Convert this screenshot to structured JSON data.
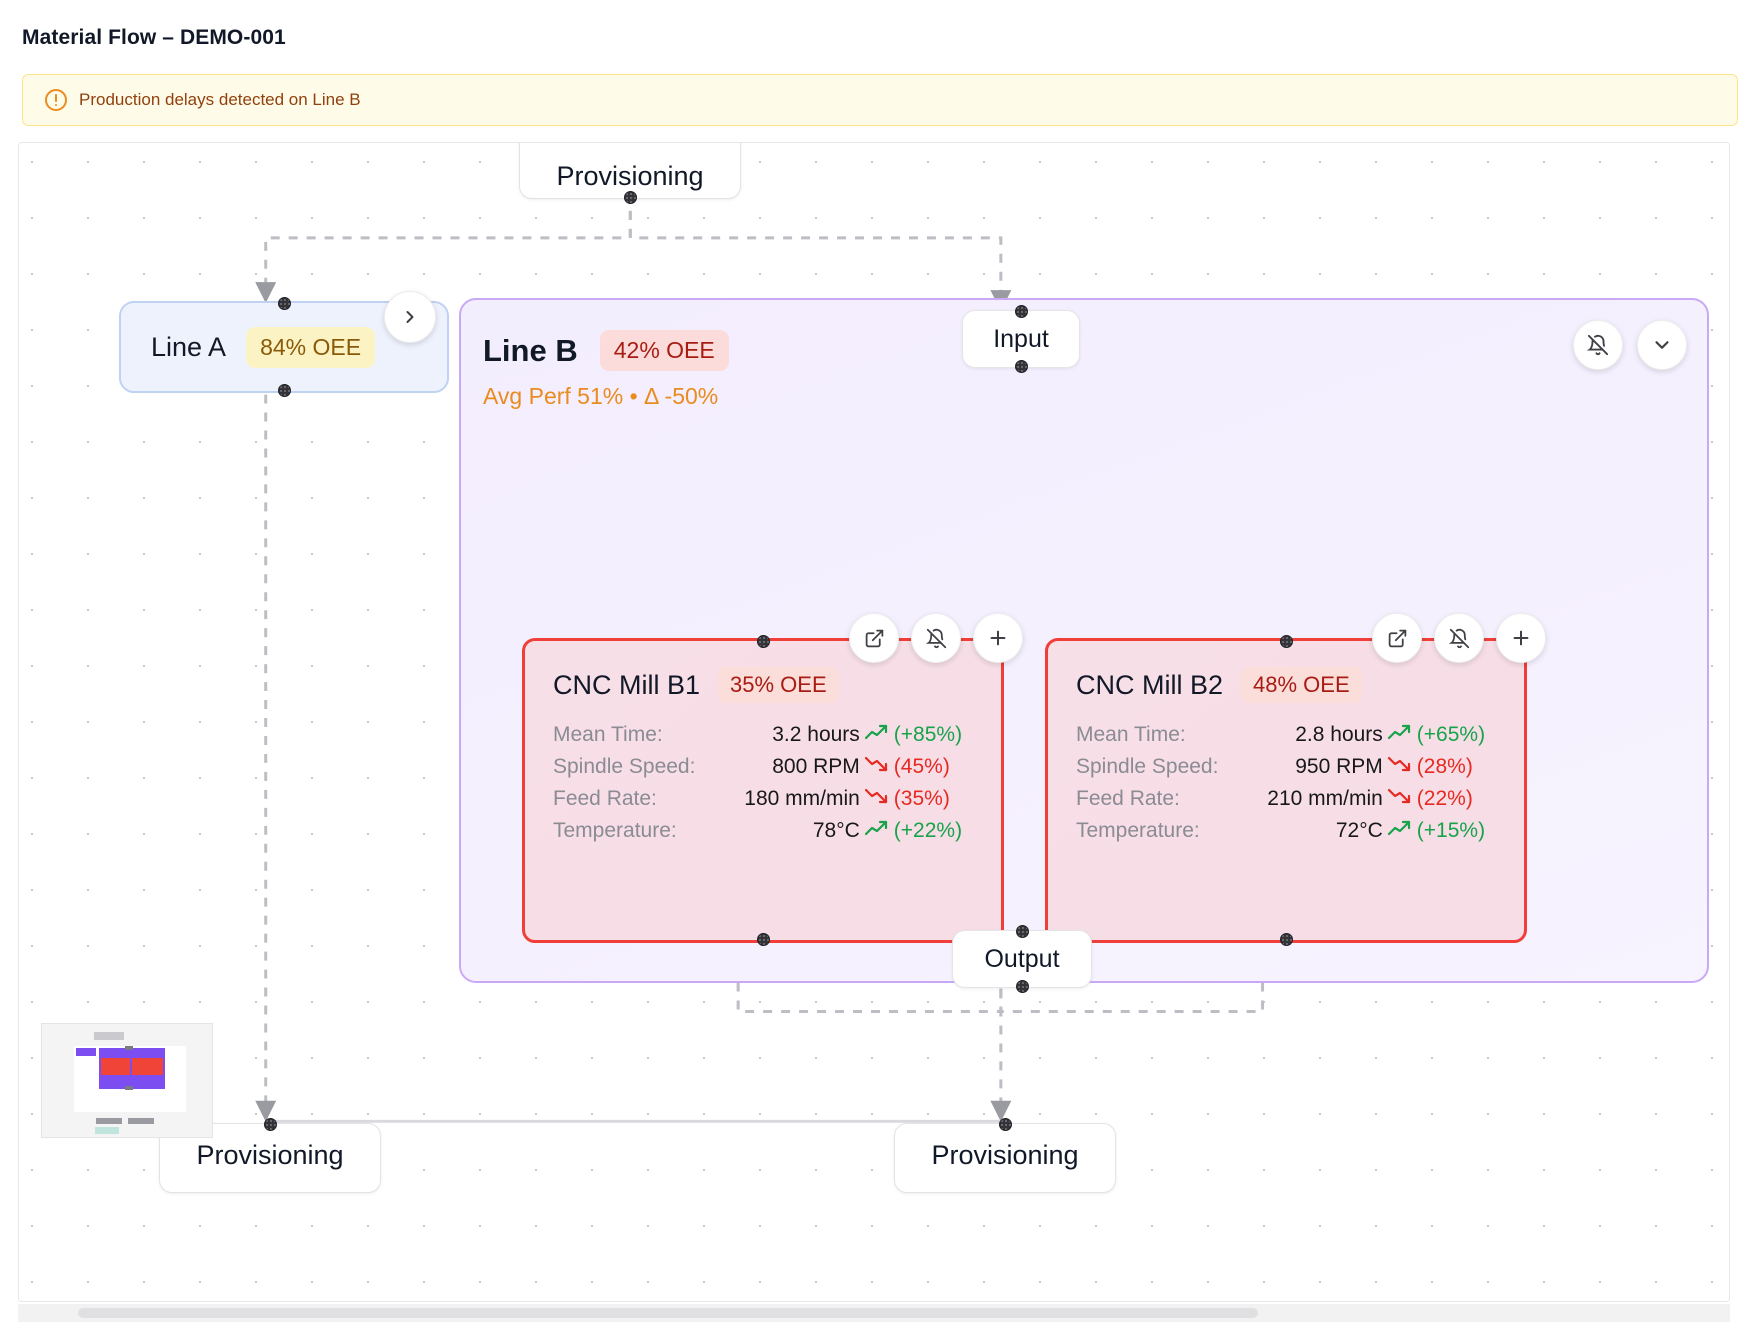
{
  "header": {
    "title": "Material Flow – DEMO-001"
  },
  "alert": {
    "icon": "alert-circle-icon",
    "message": "Production delays detected on Line B"
  },
  "canvas": {
    "nodes": {
      "provisioning_top": {
        "label": "Provisioning"
      },
      "provisioning_bottom_left": {
        "label": "Provisioning"
      },
      "provisioning_bottom_right": {
        "label": "Provisioning"
      },
      "input": {
        "label": "Input"
      },
      "output": {
        "label": "Output"
      }
    },
    "line_a": {
      "label": "Line A",
      "oee_badge": "84% OEE",
      "badge_color": "#fcf3c4",
      "badge_text_color": "#8a5a09",
      "border_color": "#bfd2f2",
      "expand_icon": "chevron-right-icon"
    },
    "line_b": {
      "title": "Line B",
      "oee_badge": "42% OEE",
      "badge_color": "#fcdcda",
      "badge_text_color": "#a81c14",
      "subtitle": "Avg Perf 51% • Δ -50%",
      "subtitle_color": "#ea8b1e",
      "border_color": "#c9a9f5",
      "actions": [
        {
          "icon": "bell-off-icon",
          "name": "mute-notifications-button"
        },
        {
          "icon": "chevron-down-icon",
          "name": "collapse-group-button"
        }
      ],
      "machines": [
        {
          "name": "CNC Mill B1",
          "oee_badge": "35% OEE",
          "border_color": "#ef3f38",
          "actions": [
            {
              "icon": "external-link-icon",
              "name": "open-detail-button"
            },
            {
              "icon": "bell-off-icon",
              "name": "mute-notifications-button"
            },
            {
              "icon": "plus-icon",
              "name": "add-node-button"
            }
          ],
          "metrics": [
            {
              "label": "Mean Time:",
              "value": "3.2 hours",
              "trend": "up",
              "delta": "(+85%)"
            },
            {
              "label": "Spindle Speed:",
              "value": "800 RPM",
              "trend": "down",
              "delta": "(45%)"
            },
            {
              "label": "Feed Rate:",
              "value": "180 mm/min",
              "trend": "down",
              "delta": "(35%)"
            },
            {
              "label": "Temperature:",
              "value": "78°C",
              "trend": "up",
              "delta": "(+22%)"
            }
          ]
        },
        {
          "name": "CNC Mill B2",
          "oee_badge": "48% OEE",
          "border_color": "#ef3f38",
          "actions": [
            {
              "icon": "external-link-icon",
              "name": "open-detail-button"
            },
            {
              "icon": "bell-off-icon",
              "name": "mute-notifications-button"
            },
            {
              "icon": "plus-icon",
              "name": "add-node-button"
            }
          ],
          "metrics": [
            {
              "label": "Mean Time:",
              "value": "2.8 hours",
              "trend": "up",
              "delta": "(+65%)"
            },
            {
              "label": "Spindle Speed:",
              "value": "950 RPM",
              "trend": "down",
              "delta": "(28%)"
            },
            {
              "label": "Feed Rate:",
              "value": "210 mm/min",
              "trend": "down",
              "delta": "(22%)"
            },
            {
              "label": "Temperature:",
              "value": "72°C",
              "trend": "up",
              "delta": "(+15%)"
            }
          ]
        }
      ]
    },
    "minimap": {
      "name": "minimap"
    }
  }
}
